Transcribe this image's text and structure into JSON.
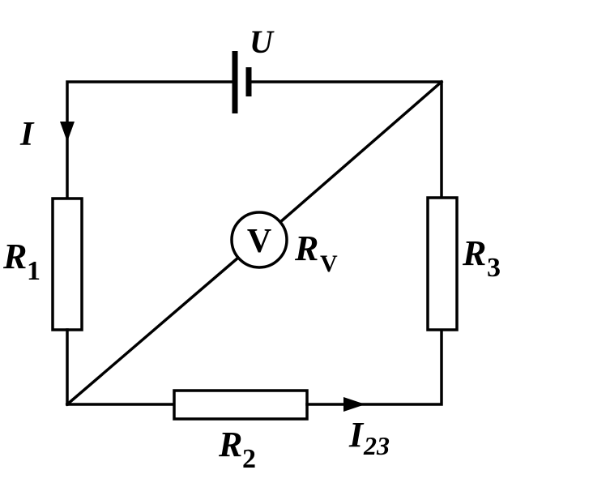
{
  "labels": {
    "voltage": "U",
    "current_main": "I",
    "current_branch_main": "I",
    "current_branch_sub": "23",
    "r1_main": "R",
    "r1_sub": "1",
    "r2_main": "R",
    "r2_sub": "2",
    "r3_main": "R",
    "r3_sub": "3",
    "rv_main": "R",
    "rv_sub": "V",
    "voltmeter_symbol": "V"
  },
  "colors": {
    "line": "#000000",
    "background": "#ffffff"
  }
}
